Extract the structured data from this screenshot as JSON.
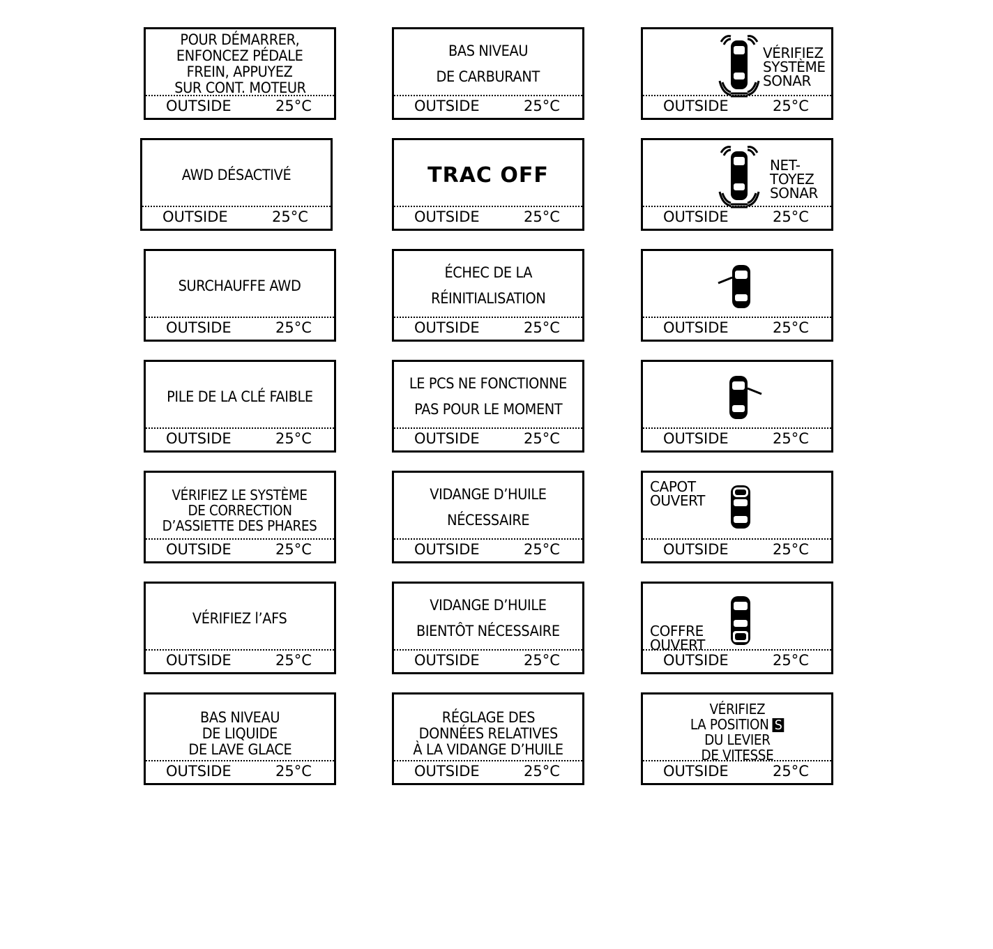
{
  "footer": {
    "label": "OUTSIDE",
    "temp": "25°C"
  },
  "panels": {
    "start": [
      "POUR DÉMARRER,",
      "ENFONCEZ PÉDALE",
      "FREIN, APPUYEZ",
      "SUR CONT. MOTEUR"
    ],
    "fuel": [
      "BAS NIVEAU",
      "DE CARBURANT"
    ],
    "sonar_check": [
      "VÉRIFIEZ",
      "SYSTÈME",
      "SONAR"
    ],
    "awd_off": [
      "AWD DÉSACTIVÉ"
    ],
    "trac_off": [
      "TRAC OFF"
    ],
    "sonar_clean": [
      "NET-",
      "TOYEZ",
      "SONAR"
    ],
    "awd_heat": [
      "SURCHAUFFE AWD"
    ],
    "reset_fail": [
      "ÉCHEC DE LA",
      "RÉINITIALISATION"
    ],
    "key_battery": [
      "PILE DE LA CLÉ FAIBLE"
    ],
    "pcs": [
      "LE PCS NE FONCTIONNE",
      "PAS POUR LE MOMENT"
    ],
    "headlight": [
      "VÉRIFIEZ LE SYSTÈME",
      "DE CORRECTION",
      "D’ASSIETTE DES PHARES"
    ],
    "oil_change": [
      "VIDANGE D’HUILE",
      "NÉCESSAIRE"
    ],
    "hood": [
      "CAPOT",
      "OUVERT"
    ],
    "afs": [
      "VÉRIFIEZ l’AFS"
    ],
    "oil_soon": [
      "VIDANGE D’HUILE",
      "BIENTÔT NÉCESSAIRE"
    ],
    "trunk": [
      "COFFRE",
      "OUVERT"
    ],
    "washer": [
      "BAS NIVEAU",
      "DE LIQUIDE",
      "DE LAVE GLACE"
    ],
    "oil_reset": [
      "RÉGLAGE DES",
      "DONNÉES RELATIVES",
      "À LA VIDANGE D’HUILE"
    ],
    "shift": {
      "l1": "VÉRIFIEZ",
      "l2": "LA POSITION",
      "badge": "S",
      "l3": "DU LEVIER",
      "l4": "DE VITESSE"
    }
  },
  "icons": [
    "car-sonar-icon",
    "car-door-left-open-icon",
    "car-door-right-open-icon",
    "car-hood-open-icon",
    "car-trunk-open-icon"
  ]
}
